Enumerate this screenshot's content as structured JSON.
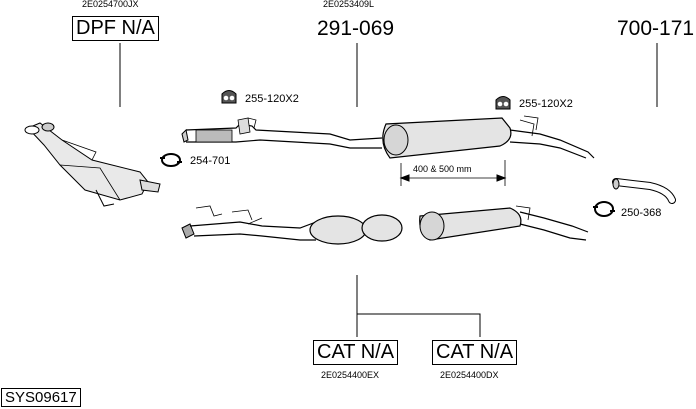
{
  "diagram": {
    "system_code": "SYS09617",
    "parts": [
      {
        "ref": "2E0254700JX",
        "number": "DPF N/A"
      },
      {
        "ref": "2E0253409L",
        "number": "291-069"
      },
      {
        "ref": "",
        "number": "700-171"
      },
      {
        "ref": "2E0254400EX",
        "number": "CAT N/A"
      },
      {
        "ref": "2E0254400DX",
        "number": "CAT N/A"
      }
    ],
    "hardware": [
      {
        "label": "255-120X2",
        "icon": "rubber-hanger-icon"
      },
      {
        "label": "255-120X2",
        "icon": "rubber-hanger-icon"
      },
      {
        "label": "254-701",
        "icon": "clamp-icon"
      },
      {
        "label": "250-368",
        "icon": "clamp-icon"
      }
    ],
    "dimension": "400 & 500 mm"
  }
}
